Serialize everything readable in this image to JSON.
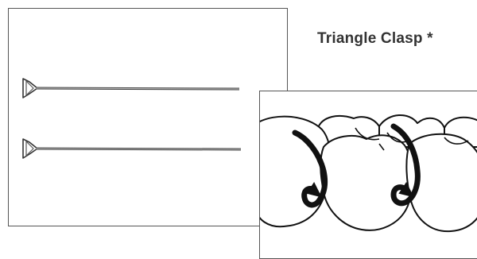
{
  "title": {
    "text": "Triangle Clasp *"
  },
  "icons": {
    "wire_clasp_top": "triangle-clasp-wire",
    "wire_clasp_bottom": "triangle-clasp-wire",
    "teeth_illustration": "teeth-with-triangle-clasps"
  },
  "colors": {
    "border": "#555555",
    "title": "#333333",
    "line_art": "#1a1a1a"
  }
}
